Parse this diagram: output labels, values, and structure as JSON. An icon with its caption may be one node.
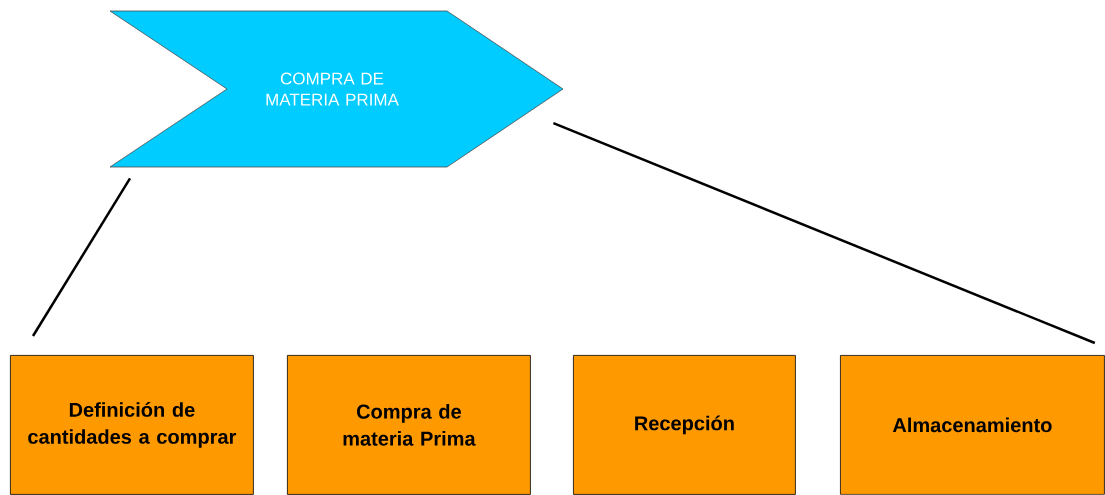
{
  "diagram": {
    "nodes": [
      {
        "text": [
          "COMPRA DE MATERIA PRIMA"
        ]
      },
      {
        "text": [
          "Definición de cantidades a comprar"
        ]
      },
      {
        "text": [
          "Compra de materia Prima"
        ]
      },
      {
        "text": [
          "Recepción"
        ]
      },
      {
        "text": [
          "Almacenamiento"
        ]
      }
    ],
    "edges": [
      {
        "from": 0,
        "to": 1,
        "arrow": "none"
      },
      {
        "from": 0,
        "to": 4,
        "arrow": "none"
      }
    ]
  }
}
